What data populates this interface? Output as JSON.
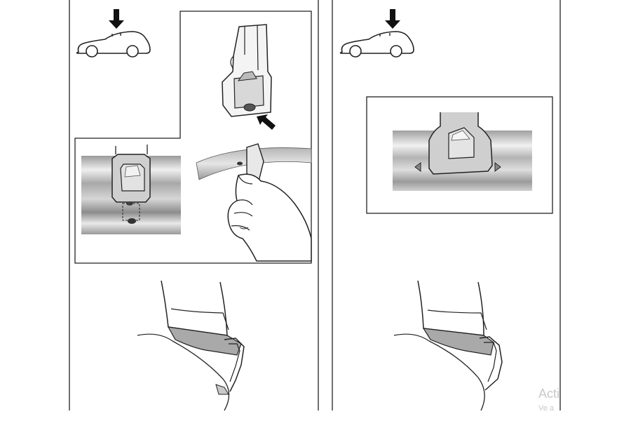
{
  "watermark": {
    "title": "Acti",
    "subtitle": "Ve a"
  },
  "colors": {
    "line": "#222222",
    "rail_dark": "#8f8f8f",
    "rail_mid": "#bdbdbd",
    "rail_light": "#e4e4e4",
    "gasket": "#a9a9a9",
    "clip_fill": "#d3d3d3"
  },
  "panels": [
    {
      "name": "left-installation-panel",
      "steps": [
        "car-top-arrow",
        "clip-insert-detail",
        "rail-clip-photo",
        "hand-press",
        "door-section"
      ]
    },
    {
      "name": "right-installation-panel",
      "steps": [
        "car-top-arrow",
        "clip-on-rail",
        "door-section"
      ]
    }
  ]
}
